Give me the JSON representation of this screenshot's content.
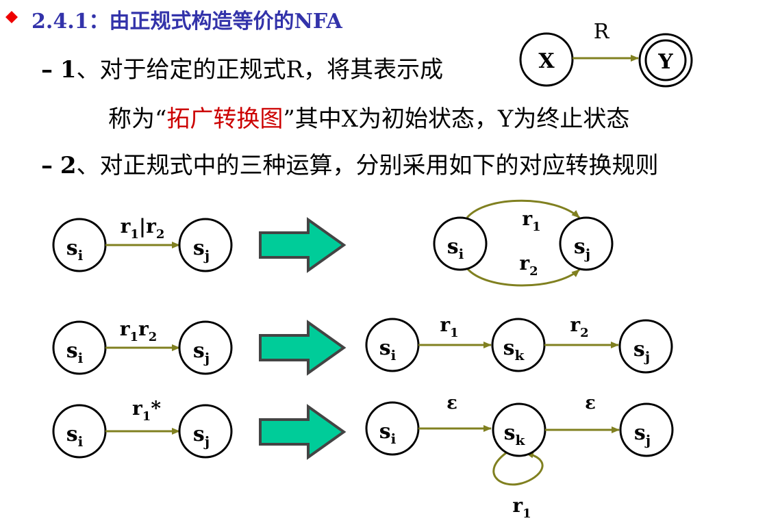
{
  "heading": {
    "number": "2.4.1",
    "title": "：由正规式构造等价的NFA"
  },
  "bullet1": {
    "dash": "–",
    "num": "1",
    "text": "、对于给定的正规式R，将其表示成",
    "cont_pre": "称为“",
    "cont_red": "拓广转换图",
    "cont_post": "”其中X为初始状态，Y为终止状态"
  },
  "bullet2": {
    "dash": "–",
    "num": "2",
    "text": "、对正规式中的三种运算，分别采用如下的对应转换规则"
  },
  "top_diagram": {
    "start_state": "X",
    "final_state": "Y",
    "label": "R"
  },
  "colors": {
    "heading": "#3333aa",
    "highlight": "#cc0000",
    "edge": "#808020",
    "arrow_fill": "#00cc99",
    "arrow_stroke": "#444444"
  },
  "rules": {
    "union": {
      "left_label": "r1|r2",
      "right_top": "r1",
      "right_bottom": "r2"
    },
    "concat": {
      "left_label": "r1r2",
      "right_first": "r1",
      "right_second": "r2"
    },
    "star": {
      "left_label": "r1*",
      "eps1": "ε",
      "eps2": "ε",
      "loop": "r1"
    }
  },
  "states": {
    "si": "si",
    "sj": "sj",
    "sk": "sk"
  }
}
